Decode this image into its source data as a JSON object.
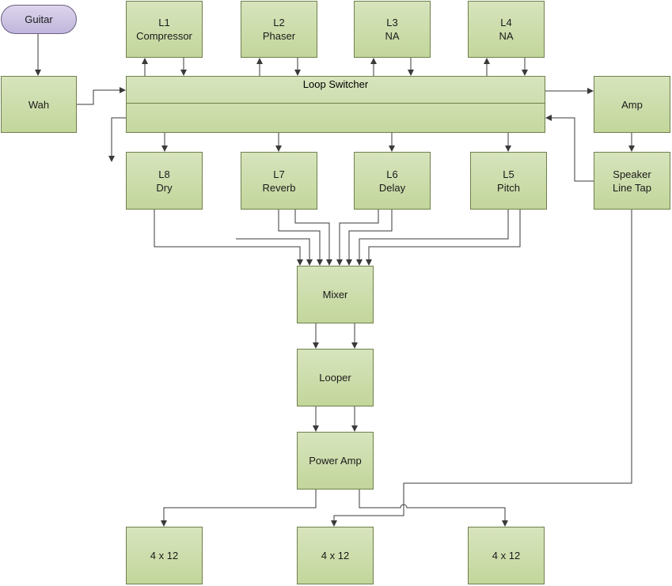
{
  "nodes": {
    "guitar": "Guitar",
    "wah": "Wah",
    "loop_switcher": "Loop Switcher",
    "l1": [
      "L1",
      "Compressor"
    ],
    "l2": [
      "L2",
      "Phaser"
    ],
    "l3": [
      "L3",
      "NA"
    ],
    "l4": [
      "L4",
      "NA"
    ],
    "l5": [
      "L5",
      "Pitch"
    ],
    "l6": [
      "L6",
      "Delay"
    ],
    "l7": [
      "L7",
      "Reverb"
    ],
    "l8": [
      "L8",
      "Dry"
    ],
    "amp": "Amp",
    "speaker_line_tap": [
      "Speaker",
      "Line Tap"
    ],
    "mixer": "Mixer",
    "looper": "Looper",
    "power_amp": "Power Amp",
    "cab_left": "4 x 12",
    "cab_center": "4 x 12",
    "cab_right": "4 x 12"
  },
  "colors": {
    "box_fill": "#c9daa6",
    "box_border": "#6f7f4a",
    "guitar_fill": "#cbc3e3",
    "line": "#3a3a3a"
  }
}
